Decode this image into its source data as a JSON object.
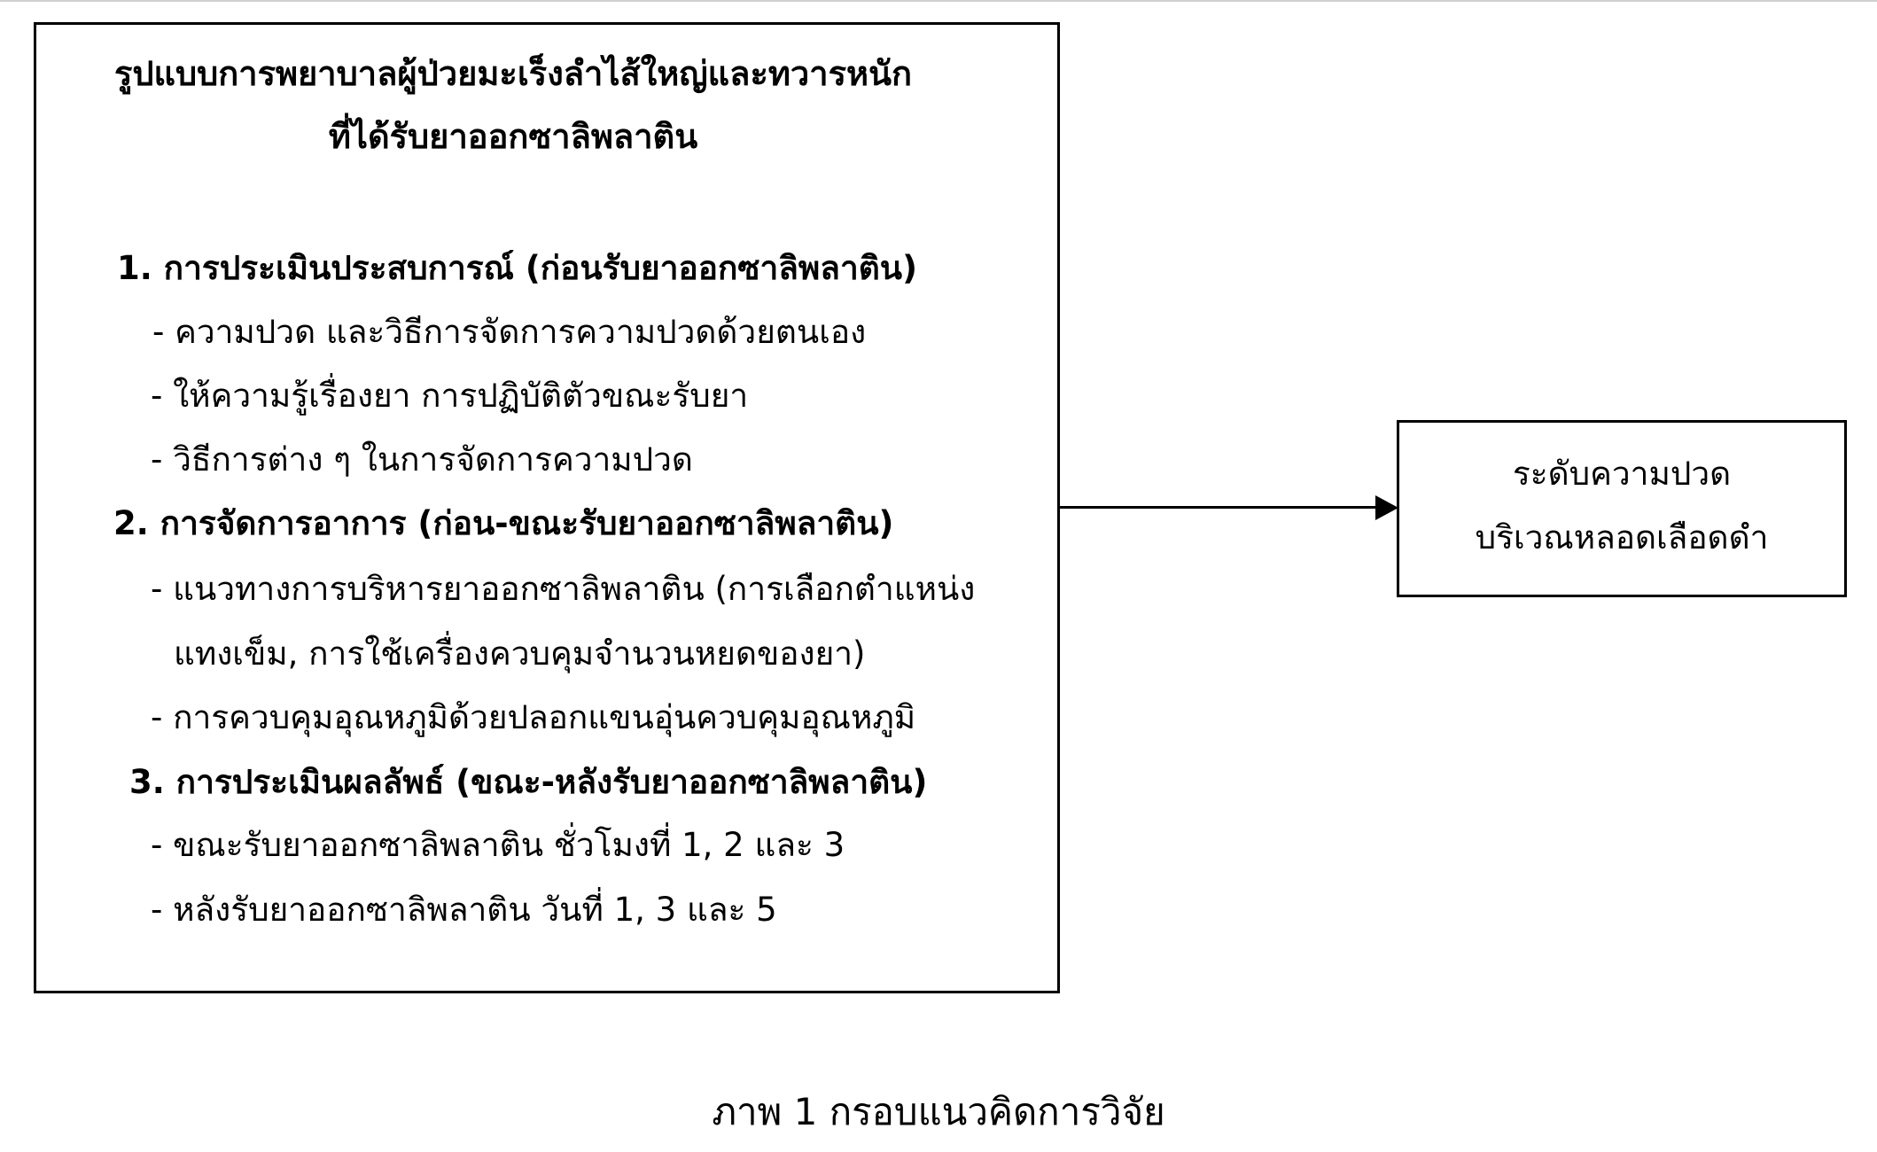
{
  "framework_box": {
    "title_lines": [
      "รูปแบบการพยาบาลผู้ป่วยมะเร็งลำไส้ใหญ่และทวารหนัก",
      "ที่ได้รับยาออกซาลิพลาติน"
    ],
    "sections": [
      {
        "heading": "1. การประเมินประสบการณ์ (ก่อนรับยาออกซาลิพลาติน)",
        "items": [
          "- ความปวด และวิธีการจัดการความปวดด้วยตนเอง",
          "- ให้ความรู้เรื่องยา การปฏิบัติตัวขณะรับยา",
          "- วิธีการต่าง ๆ ในการจัดการความปวด"
        ]
      },
      {
        "heading": "2. การจัดการอาการ (ก่อน-ขณะรับยาออกซาลิพลาติน)",
        "items": [
          "- แนวทางการบริหารยาออกซาลิพลาติน (การเลือกตำแหน่ง",
          "แทงเข็ม, การใช้เครื่องควบคุมจำนวนหยดของยา)",
          "- การควบคุมอุณหภูมิด้วยปลอกแขนอุ่นควบคุมอุณหภูมิ"
        ]
      },
      {
        "heading": "3. การประเมินผลลัพธ์ (ขณะ-หลังรับยาออกซาลิพลาติน)",
        "items": [
          "- ขณะรับยาออกซาลิพลาติน ชั่วโมงที่ 1, 2 และ 3",
          "- หลังรับยาออกซาลิพลาติน วันที่ 1, 3 และ 5"
        ]
      }
    ]
  },
  "outcome_box": {
    "lines": [
      "ระดับความปวด",
      "บริเวณหลอดเลือดดำ"
    ]
  },
  "arrow": {
    "direction": "right",
    "from": "framework_box",
    "to": "outcome_box"
  },
  "caption": "ภาพ 1 กรอบแนวคิดการวิจัย"
}
